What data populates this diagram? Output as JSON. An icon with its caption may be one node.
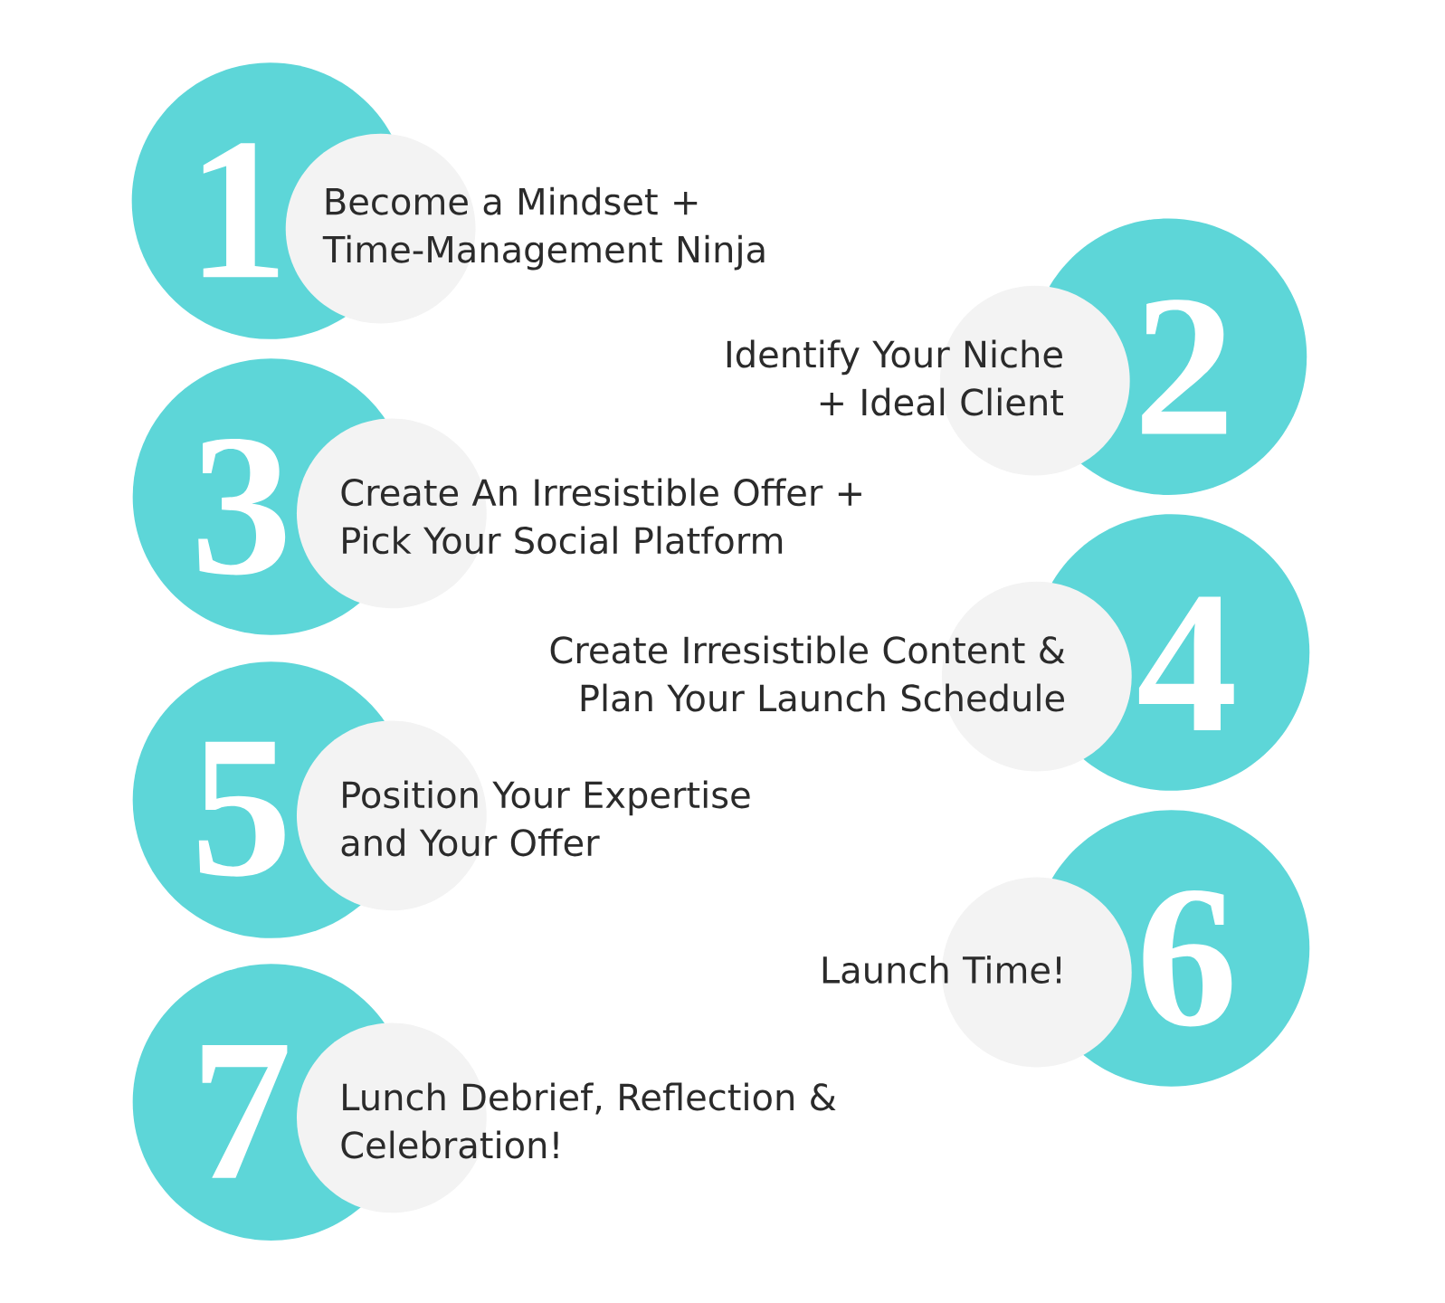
{
  "diagram": {
    "nodes": [
      {
        "text": [
          "1",
          "Become a Mindset + Time-Management Ninja"
        ]
      },
      {
        "text": [
          "Identify Your Niche + Ideal Client",
          "2"
        ]
      },
      {
        "text": [
          "3",
          "Create An Irresistible Offer + Pick Your Social Platform"
        ]
      },
      {
        "text": [
          "Create Irresistible Content & Plan Your Launch Schedule",
          "4"
        ]
      },
      {
        "text": [
          "5",
          "Position Your Expertise and Your Offer"
        ]
      },
      {
        "text": [
          "Launch Time!",
          "6"
        ]
      },
      {
        "text": [
          "7",
          "Lunch Debrief, Reflection & Celebration!"
        ]
      }
    ]
  }
}
